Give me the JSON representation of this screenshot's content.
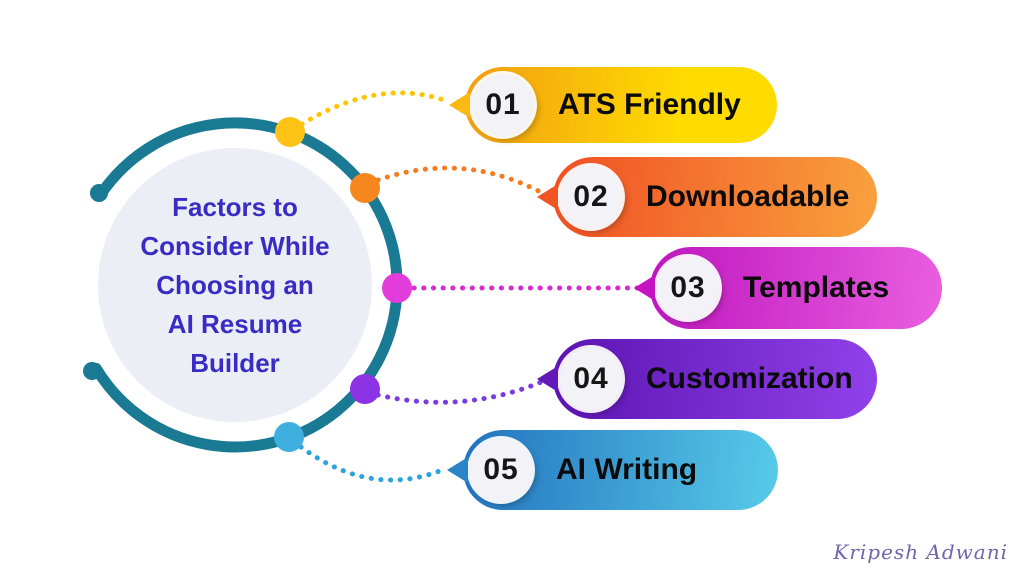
{
  "title": {
    "lines": [
      "Factors to",
      "Consider While",
      "Choosing an",
      "AI Resume",
      "Builder"
    ]
  },
  "items": [
    {
      "number": "01",
      "label": "ATS Friendly",
      "gradient_start": "#F29C13",
      "gradient_end": "#FFDC00",
      "tip_color": "#FDB913",
      "dot_color": "#FFC316",
      "connector_color": "#FFC400"
    },
    {
      "number": "02",
      "label": "Downloadable",
      "gradient_start": "#F04F23",
      "gradient_end": "#F9A13E",
      "tip_color": "#F05423",
      "dot_color": "#F6871F",
      "connector_color": "#F47B20"
    },
    {
      "number": "03",
      "label": "Templates",
      "gradient_start": "#BE16BE",
      "gradient_end": "#E95FE0",
      "tip_color": "#C414C2",
      "dot_color": "#E23CDC",
      "connector_color": "#D62BD0"
    },
    {
      "number": "04",
      "label": "Customization",
      "gradient_start": "#5C14B2",
      "gradient_end": "#9141EA",
      "tip_color": "#6318B8",
      "dot_color": "#8C33E6",
      "connector_color": "#7A3BE0"
    },
    {
      "number": "05",
      "label": "AI Writing",
      "gradient_start": "#2372BE",
      "gradient_end": "#57CBE9",
      "tip_color": "#2B84C6",
      "dot_color": "#3FAFE0",
      "connector_color": "#2BA3DC"
    }
  ],
  "colors": {
    "ring": "#1A7A94",
    "circle_fill": "#ECEEF5",
    "title_text": "#392BC4",
    "background": "#FFFFFF",
    "signature_text": "#6F66AE"
  },
  "signature": "Kripesh Adwani"
}
